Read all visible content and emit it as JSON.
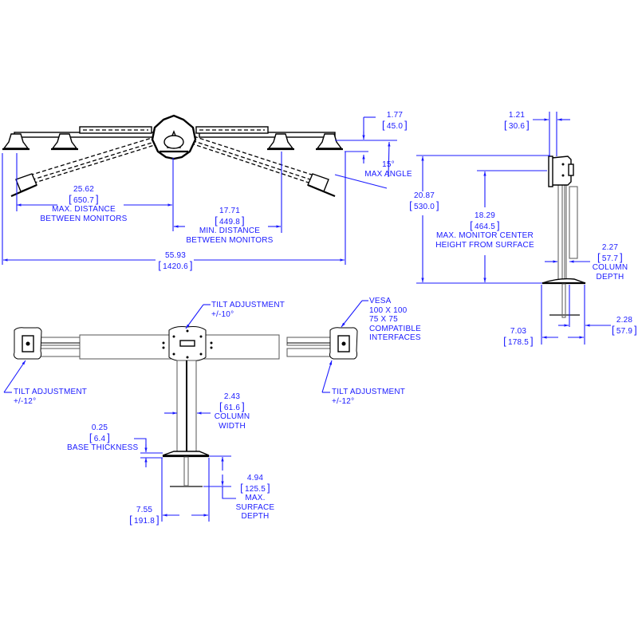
{
  "title": "Triple Monitor Desk Clamp Mount - Dimension Drawing",
  "units": {
    "primary": "inches",
    "secondary": "millimeters"
  },
  "colors": {
    "dimension": "#1a1aff",
    "part": "#000000",
    "background": "#ffffff"
  },
  "views": {
    "top_view": {
      "max_distance": {
        "value": "25.62",
        "metric": "650.7",
        "label_line1": "MAX. DISTANCE",
        "label_line2": "BETWEEN MONITORS"
      },
      "min_distance": {
        "value": "17.71",
        "metric": "449.8",
        "label_line1": "MIN. DISTANCE",
        "label_line2": "BETWEEN MONITORS"
      },
      "overall_width": {
        "value": "55.93",
        "metric": "1420.6"
      },
      "offset": {
        "value": "1.77",
        "metric": "45.0"
      },
      "angle": {
        "value": "15°",
        "label": "MAX ANGLE"
      }
    },
    "side_view": {
      "mount_depth": {
        "value": "1.21",
        "metric": "30.6"
      },
      "overall_height": {
        "value": "20.87",
        "metric": "530.0"
      },
      "center_height": {
        "value": "18.29",
        "metric": "464.5",
        "label_line1": "MAX. MONITOR CENTER",
        "label_line2": "HEIGHT FROM SURFACE"
      },
      "column_depth": {
        "value": "2.27",
        "metric": "57.7",
        "label_line1": "COLUMN",
        "label_line2": "DEPTH"
      },
      "base_depth": {
        "value": "7.03",
        "metric": "178.5"
      },
      "clamp_offset": {
        "value": "2.28",
        "metric": "57.9"
      }
    },
    "front_view": {
      "tilt_center": {
        "line1": "TILT ADJUSTMENT",
        "line2": "+/-10°"
      },
      "tilt_left": {
        "line1": "TILT ADJUSTMENT",
        "line2": "+/-12°"
      },
      "tilt_right": {
        "line1": "TILT ADJUSTMENT",
        "line2": "+/-12°"
      },
      "vesa": {
        "line1": "VESA",
        "line2": "100 X 100",
        "line3": "75 X 75",
        "line4": "COMPATIBLE",
        "line5": "INTERFACES"
      },
      "column_width": {
        "value": "2.43",
        "metric": "61.6",
        "label_line1": "COLUMN",
        "label_line2": "WIDTH"
      },
      "base_thickness": {
        "value": "0.25",
        "metric": "6.4",
        "label": "BASE THICKNESS"
      },
      "surface_depth": {
        "value": "4.94",
        "metric": "125.5",
        "label_line1": "MAX.",
        "label_line2": "SURFACE",
        "label_line3": "DEPTH"
      },
      "base_width": {
        "value": "7.55",
        "metric": "191.8"
      }
    }
  }
}
